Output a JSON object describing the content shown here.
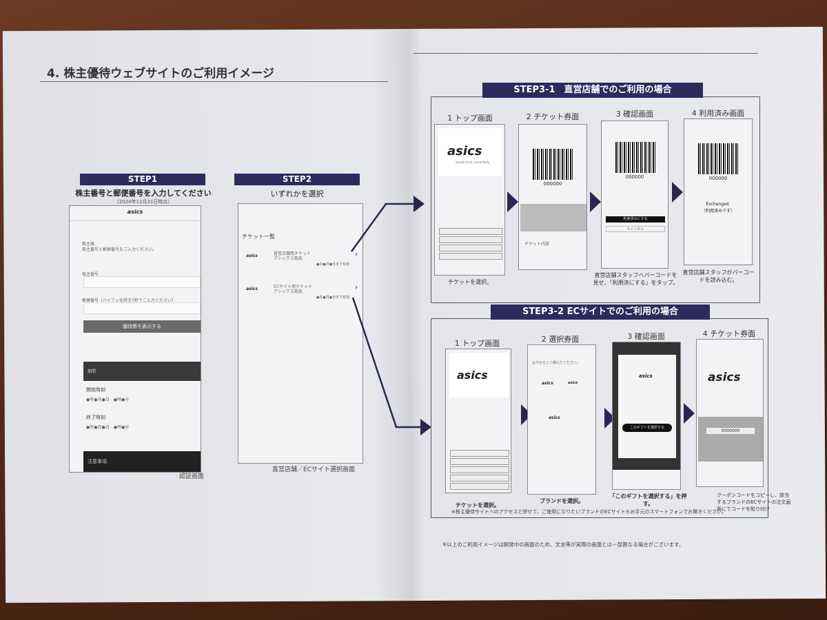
{
  "title": "4. 株主優待ウェブサイトのご利用イメージ",
  "step1": {
    "label": "STEP1",
    "heading": "株主番号と郵便番号を入力してください",
    "date": "（2024年12月31日時点）",
    "logo": "asics",
    "greeting": "株主様",
    "intro": "株主番号と郵便番号をご入力ください。",
    "field1": "株主番号",
    "field2": "郵便番号（ハイフンを除き7桁でご入力ください）",
    "button": "優待券を表示する",
    "period": "期間",
    "start": "開始時刻",
    "start_value": "●年●月●日　●時●分",
    "end": "終了時刻",
    "end_value": "●年●月●日　●時●分",
    "notes": "注意事項",
    "caption": "認証画面"
  },
  "step2": {
    "label": "STEP2",
    "heading": "いずれかを選択",
    "list_title": "チケット一覧",
    "items": [
      {
        "title": "直営店舗用チケット",
        "sub": "アシックス商品",
        "date": "●年●月●日まで有効"
      },
      {
        "title": "ECサイト用チケット",
        "sub": "アシックス商品",
        "date": "●年●月●日まで有効"
      }
    ],
    "caption": "直営店舗／ECサイト選択画面"
  },
  "step31": {
    "label": "STEP3-1　直営店舗でのご利用の場合",
    "screens": [
      {
        "title": "1 トップ画面",
        "caption": "チケットを選択。"
      },
      {
        "title": "2 チケット券面",
        "code": "000000",
        "caption": ""
      },
      {
        "title": "3 確認画面",
        "code": "000000",
        "button": "利用済みにする",
        "cancel": "キャンセル",
        "caption": "直営店舗スタッフへバーコードを見せ、「利用済にする」をタップ。"
      },
      {
        "title": "4 利用済み画面",
        "code": "000000",
        "status": "Exchanged.",
        "status_jp": "（利用済みです）",
        "caption": "直営店舗スタッフがバーコードを読み込む。"
      }
    ],
    "ticket_content": "チケット内容"
  },
  "step32": {
    "label": "STEP3-2 ECサイトでのご利用の場合",
    "screens": [
      {
        "title": "1 トップ画面",
        "caption": "チケットを選択。"
      },
      {
        "title": "2 選択券面",
        "prompt": "以下から１つ選んでください。",
        "caption": "ブランドを選択。"
      },
      {
        "title": "3 確認画面",
        "button": "このギフトを選択する",
        "caption": "「このギフトを選択する」を押す。"
      },
      {
        "title": "4 チケット券面",
        "code": "0000000",
        "caption": "クーポンコードをコピーし、該当するブランドのECサイトの注文画面にてコードを貼り付け"
      }
    ],
    "note": "※株主優待サイトへのアクセスと併せて、ご使用になりたいブランドのECサイトもお手元のスマートフォンでお開きください。"
  },
  "footnote": "※以上のご利用イメージは開発中の画面のため、文言等が実際の画面とは一部異なる場合がございます。",
  "logo_text": "asics",
  "tagline": "sound mind, sound body",
  "colors": {
    "accent": "#2e2a5e",
    "paper": "#e4e6ea"
  }
}
